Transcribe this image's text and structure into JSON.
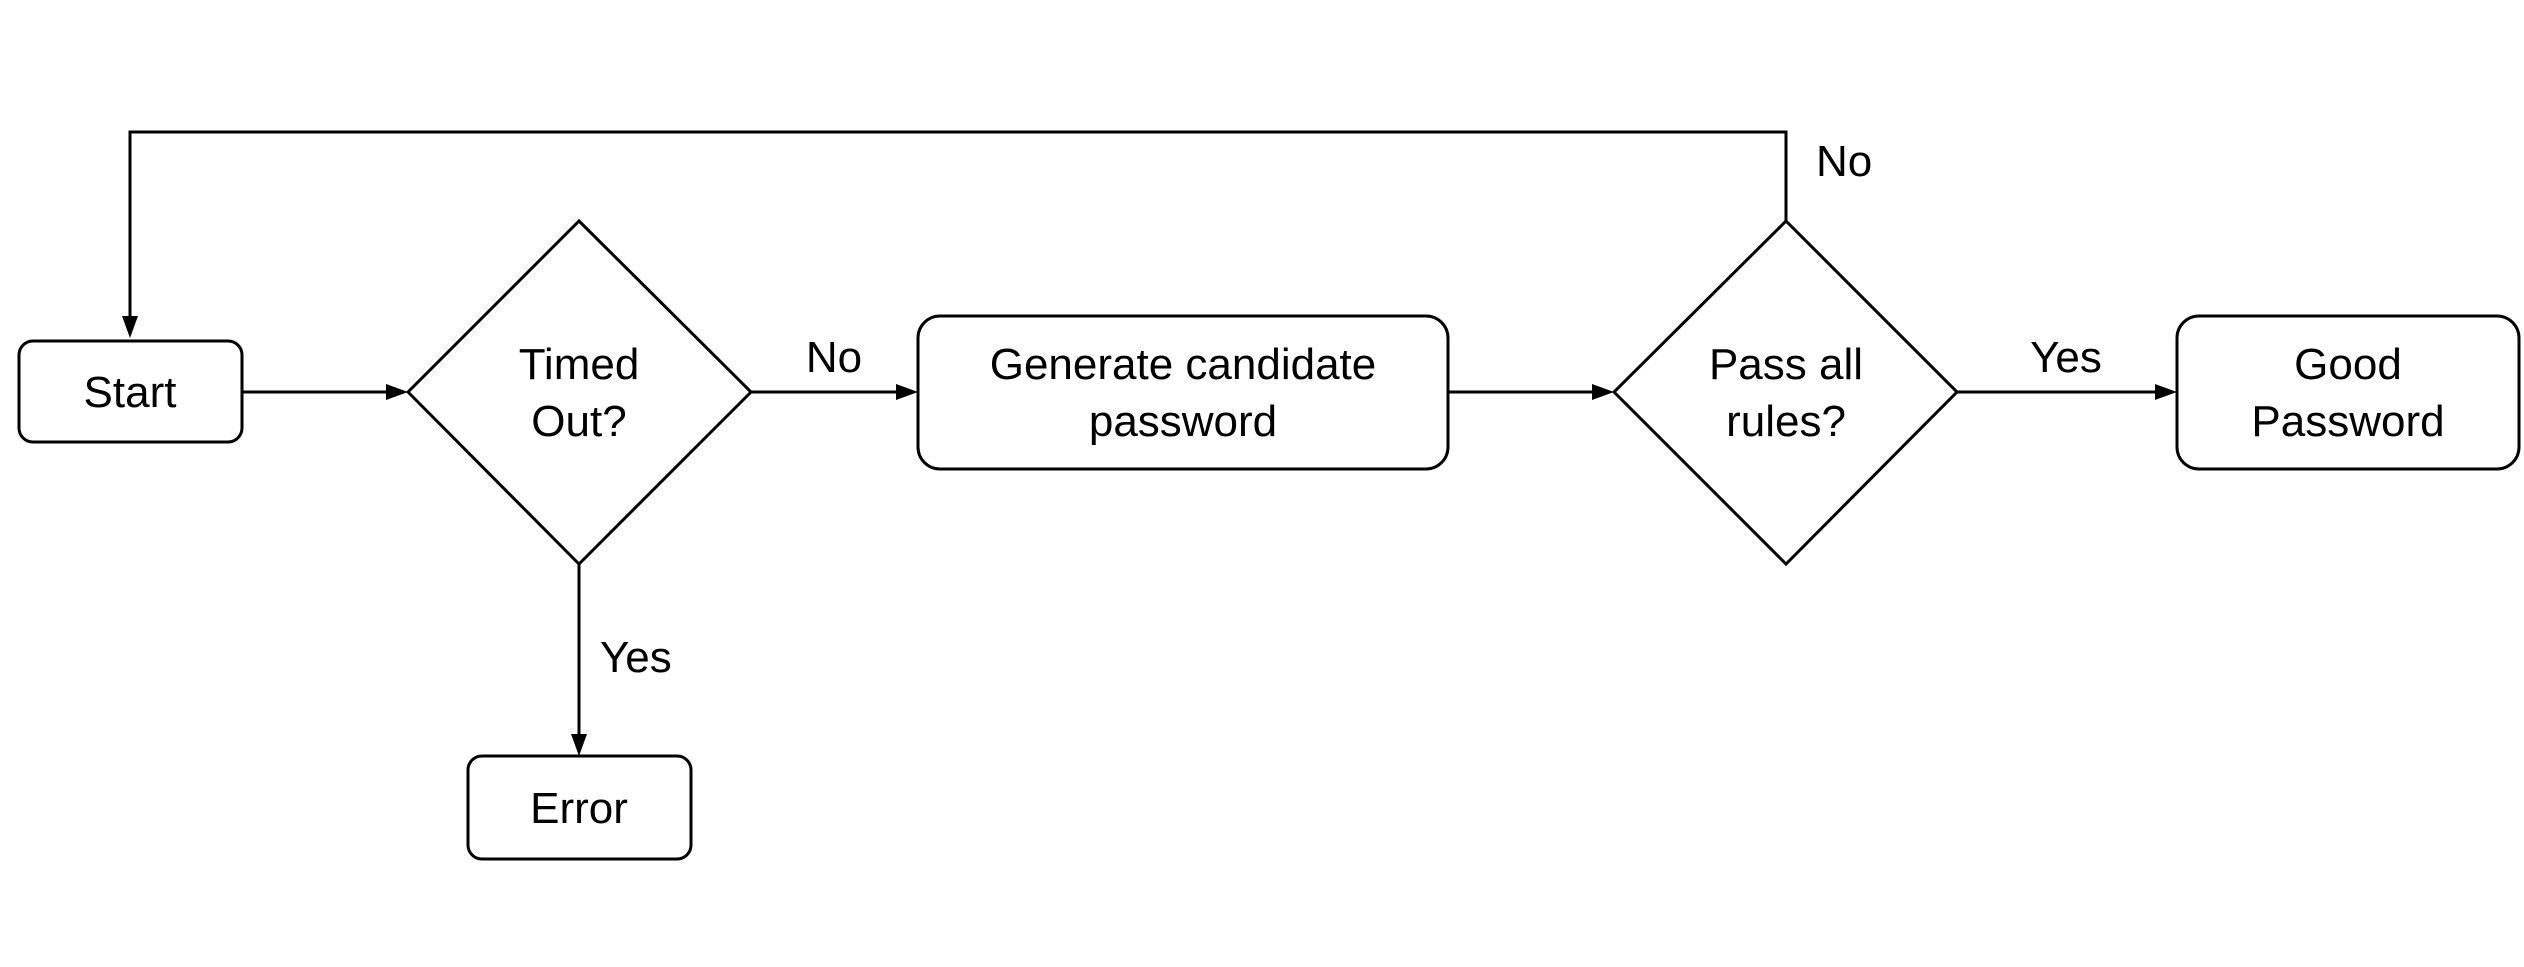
{
  "nodes": {
    "start": {
      "label": "Start"
    },
    "timed_out": {
      "line1": "Timed",
      "line2": "Out?"
    },
    "generate": {
      "line1": "Generate candidate",
      "line2": "password"
    },
    "pass_rules": {
      "line1": "Pass all",
      "line2": "rules?"
    },
    "good_password": {
      "line1": "Good",
      "line2": "Password"
    },
    "error": {
      "label": "Error"
    }
  },
  "edges": {
    "start_to_timed_out": {
      "label": ""
    },
    "timed_out_no": {
      "label": "No"
    },
    "timed_out_yes": {
      "label": "Yes"
    },
    "generate_to_pass_rules": {
      "label": ""
    },
    "pass_rules_yes": {
      "label": "Yes"
    },
    "pass_rules_no": {
      "label": "No"
    }
  }
}
